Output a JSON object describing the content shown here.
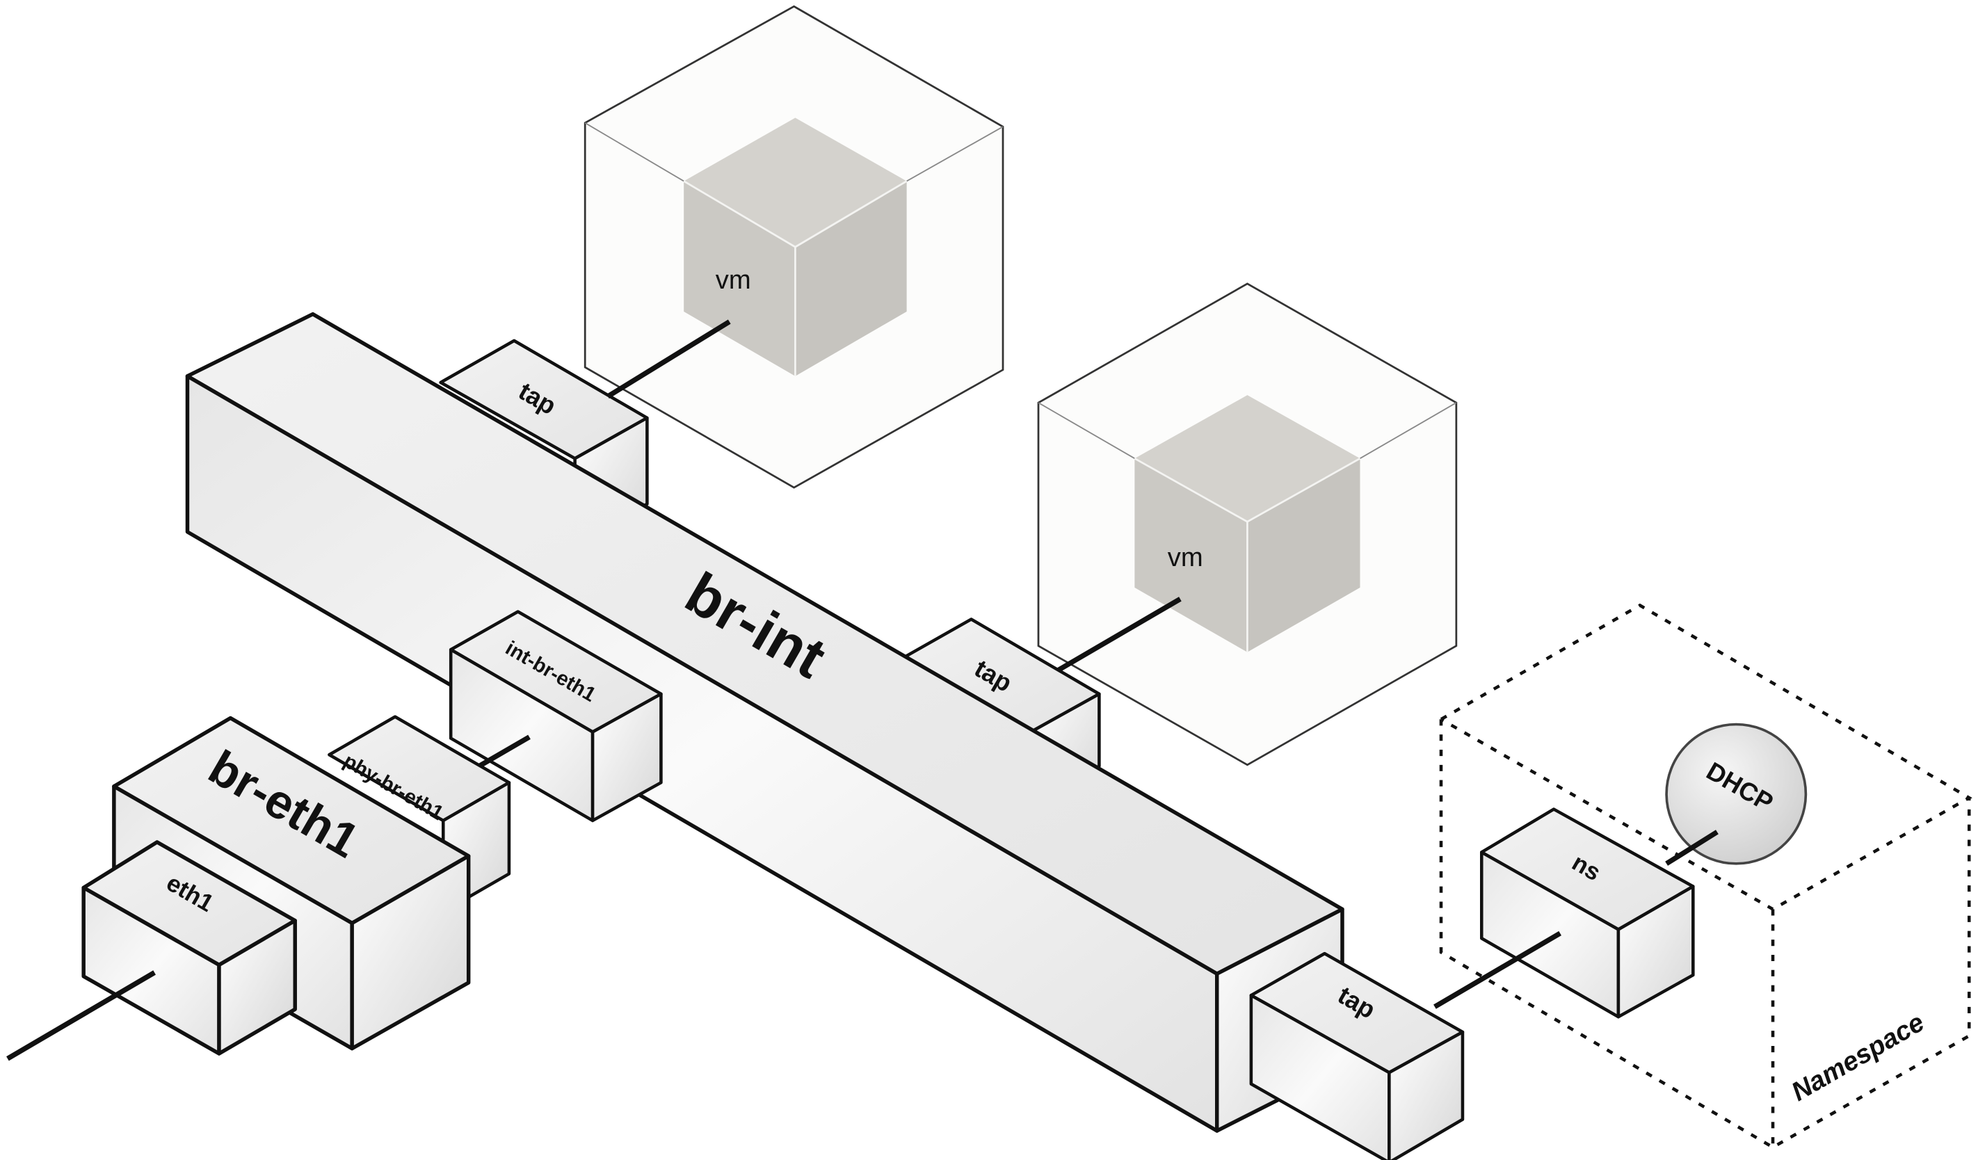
{
  "labels": {
    "bridge_int": "br-int",
    "bridge_eth1": "br-eth1",
    "eth1": "eth1",
    "phy_br_eth1": "phy-br-eth1",
    "int_br_eth1": "int-br-eth1",
    "tap_top": "tap",
    "tap_mid": "tap",
    "tap_bottom": "tap",
    "vm_top": "vm",
    "vm_right": "vm",
    "ns": "ns",
    "dhcp": "DHCP",
    "namespace": "Namespace"
  },
  "colors": {
    "stroke": "#111111",
    "box_fill": "#efefef",
    "box_fill_dark": "#d9d9d9",
    "vm_cube": "#cfcdc8",
    "vm_cube_side": "#c5c3be",
    "vm_container": "#fbfbfa",
    "dhcp_fill": "#dedede"
  }
}
